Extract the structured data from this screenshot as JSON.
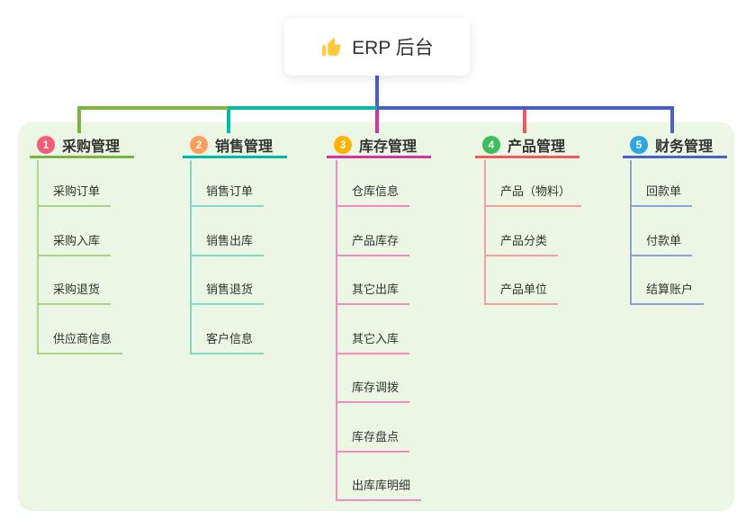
{
  "root": {
    "label": "ERP 后台",
    "icon": "thumbs-up",
    "icon_color": "#FFC83D"
  },
  "colors": {
    "page_background": "#FFFFFF",
    "panel_background": "#EBF6E5",
    "text": "#333333",
    "root_connector": "#4A5FC4"
  },
  "connectors": {
    "bus_segment_colors": [
      "#7CB342",
      "#00BBA3",
      "#4A5FC4"
    ]
  },
  "branches": [
    {
      "number": "1",
      "label": "采购管理",
      "badge_color": "#F25C77",
      "line_color": "#7CB342",
      "child_line_color": "#ABD487",
      "children": [
        "采购订单",
        "采购入库",
        "采购退货",
        "供应商信息"
      ]
    },
    {
      "number": "2",
      "label": "销售管理",
      "badge_color": "#FF9D5C",
      "line_color": "#00BBA3",
      "child_line_color": "#7FD9CB",
      "children": [
        "销售订单",
        "销售出库",
        "销售退货",
        "客户信息"
      ]
    },
    {
      "number": "3",
      "label": "库存管理",
      "badge_color": "#FFB300",
      "line_color": "#D6369B",
      "child_line_color": "#F08CC2",
      "children": [
        "仓库信息",
        "产品库存",
        "其它出库",
        "其它入库",
        "库存调拨",
        "库存盘点",
        "出库库明细"
      ]
    },
    {
      "number": "4",
      "label": "产品管理",
      "badge_color": "#3CBD5E",
      "line_color": "#F4575C",
      "child_line_color": "#F5A09B",
      "children": [
        "产品（物料）",
        "产品分类",
        "产品单位"
      ]
    },
    {
      "number": "5",
      "label": "财务管理",
      "badge_color": "#2EA7E0",
      "line_color": "#4A62C6",
      "child_line_color": "#8CA0DC",
      "children": [
        "回款单",
        "付款单",
        "结算账户"
      ]
    }
  ]
}
